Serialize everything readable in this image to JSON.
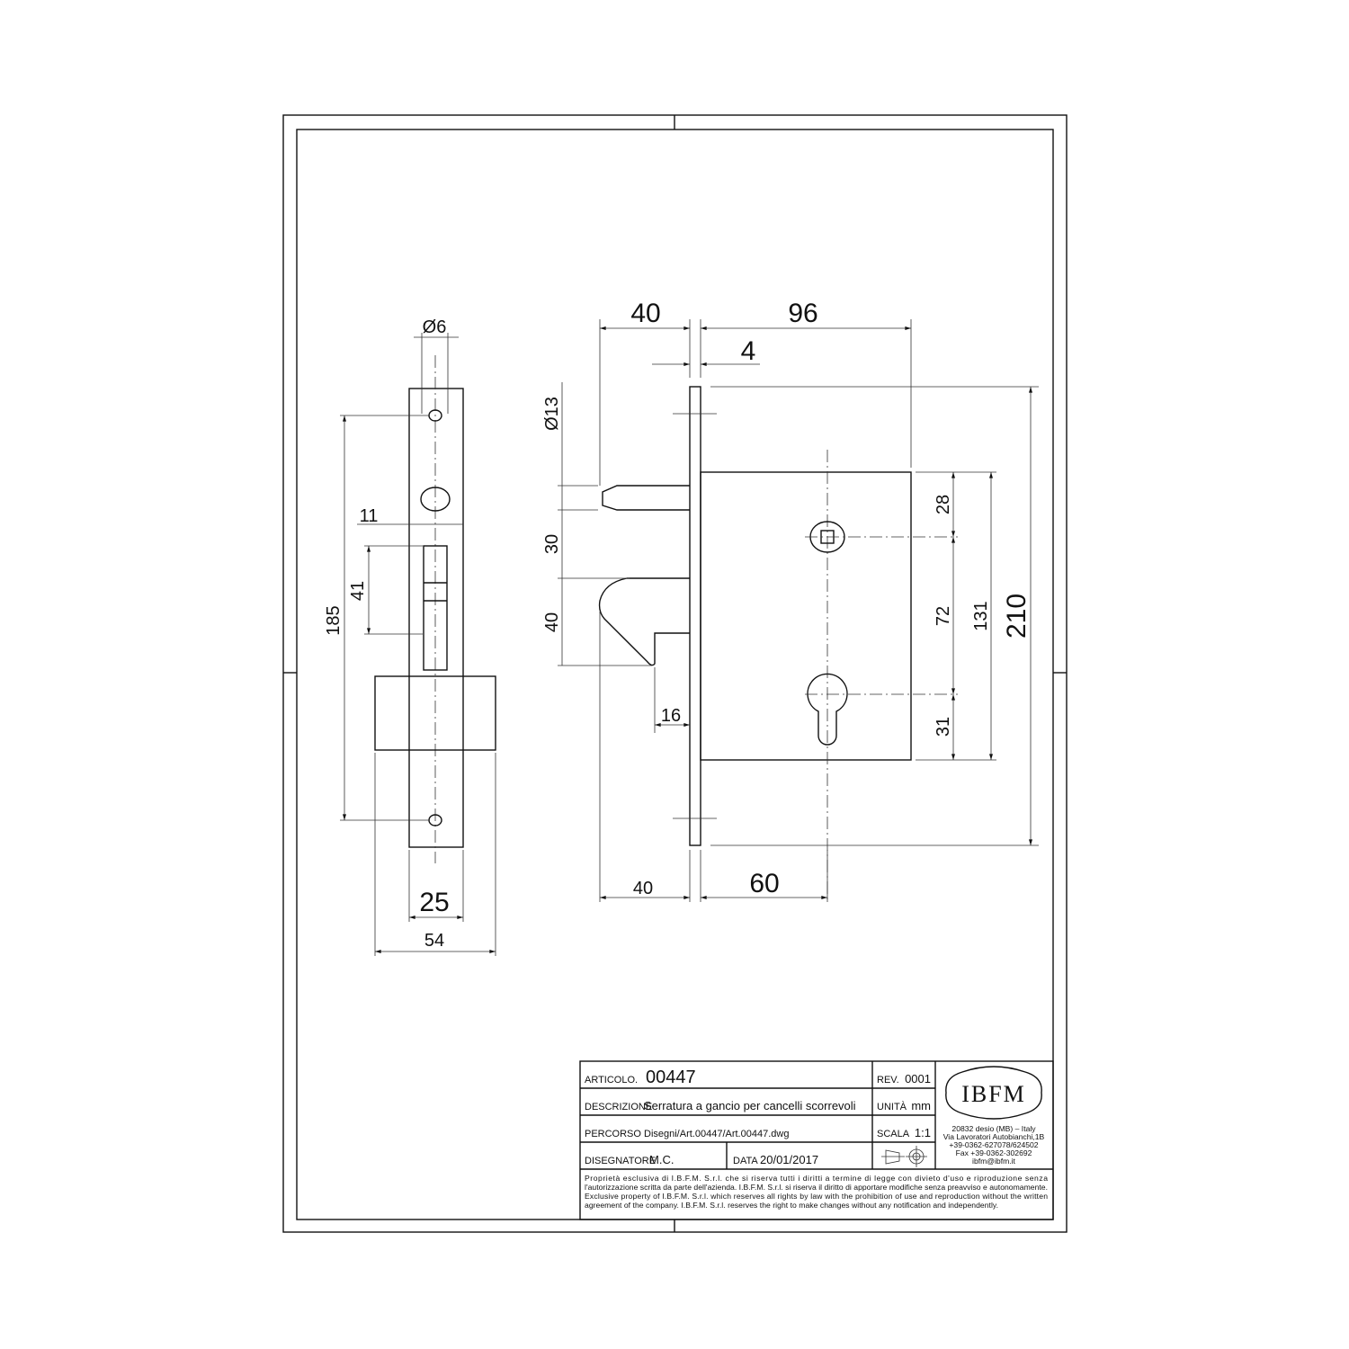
{
  "side_view": {
    "dims": {
      "hole_diameter": "Ø6",
      "hole_spacing": "185",
      "cylinder_length": "41",
      "cylinder_width": "11",
      "faceplate_width": "25",
      "body_width": "54"
    }
  },
  "front_view": {
    "dims": {
      "hook_projection_top": "40",
      "body_depth": "96",
      "faceplate_thickness": "4",
      "bolt_diameter": "Ø13",
      "bolt_gap": "30",
      "hook_height": "40",
      "hook_width": "16",
      "hook_projection_bottom": "40",
      "backset": "60",
      "top_to_spindle": "28",
      "spindle_to_cylinder": "72",
      "cylinder_to_bottom": "31",
      "body_height": "131",
      "faceplate_height": "210"
    }
  },
  "title_block": {
    "articolo_label": "ARTICOLO.",
    "articolo": "00447",
    "rev_label": "REV.",
    "rev": "0001",
    "descrizione_label": "DESCRIZIONE",
    "descrizione": "Serratura a gancio per cancelli scorrevoli",
    "unita_label": "UNITÀ",
    "unita": "mm",
    "percorso_label": "PERCORSO",
    "percorso": "Disegni/Art.00447/Art.00447.dwg",
    "scala_label": "SCALA",
    "scala": "1:1",
    "disegnatore_label": "DISEGNATORE",
    "disegnatore": "M.C.",
    "data_label": "DATA",
    "data": "20/01/2017",
    "logo": "IBFM",
    "address": [
      "20832 desio (MB) – Italy",
      "Via Lavoratori Autobianchi,1B",
      "+39-0362-627078/624502",
      "Fax +39-0362-302692",
      "ibfm@ibfm.it"
    ],
    "notes": [
      "Proprietà esclusiva di I.B.F.M. S.r.l. che si riserva tutti i diritti a termine di legge con divieto d'uso e riproduzione senza",
      "l'autorizzazione scritta da parte dell'azienda. I.B.F.M. S.r.l. si riserva il diritto di apportare modifiche senza preavviso e autonomamente.",
      "Exclusive property of I.B.F.M. S.r.l. which reserves all rights by law with the prohibition of use and reproduction without the written",
      "agreement of the company. I.B.F.M. S.r.l. reserves the right to make changes without any notification and independently."
    ]
  }
}
